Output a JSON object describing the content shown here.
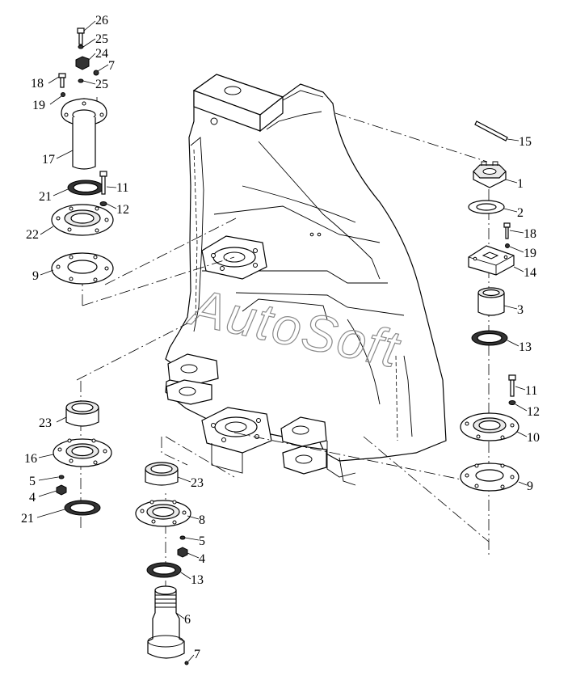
{
  "watermark": "AutoSoft",
  "callouts": [
    {
      "id": "c1",
      "text": "26"
    },
    {
      "id": "c2",
      "text": "25"
    },
    {
      "id": "c3",
      "text": "24"
    },
    {
      "id": "c4",
      "text": "7"
    },
    {
      "id": "c5",
      "text": "25"
    },
    {
      "id": "c6",
      "text": "18"
    },
    {
      "id": "c7",
      "text": "19"
    },
    {
      "id": "c8",
      "text": "17"
    },
    {
      "id": "c9",
      "text": "11"
    },
    {
      "id": "c10",
      "text": "21"
    },
    {
      "id": "c11",
      "text": "12"
    },
    {
      "id": "c12",
      "text": "22"
    },
    {
      "id": "c13",
      "text": "9"
    },
    {
      "id": "c14",
      "text": "15"
    },
    {
      "id": "c15",
      "text": "1"
    },
    {
      "id": "c16",
      "text": "2"
    },
    {
      "id": "c17",
      "text": "18"
    },
    {
      "id": "c18",
      "text": "19"
    },
    {
      "id": "c19",
      "text": "14"
    },
    {
      "id": "c20",
      "text": "3"
    },
    {
      "id": "c21",
      "text": "13"
    },
    {
      "id": "c22",
      "text": "11"
    },
    {
      "id": "c23",
      "text": "12"
    },
    {
      "id": "c24",
      "text": "10"
    },
    {
      "id": "c25",
      "text": "9"
    },
    {
      "id": "c26",
      "text": "23"
    },
    {
      "id": "c27",
      "text": "16"
    },
    {
      "id": "c28",
      "text": "5"
    },
    {
      "id": "c29",
      "text": "4"
    },
    {
      "id": "c30",
      "text": "21"
    },
    {
      "id": "c31",
      "text": "23"
    },
    {
      "id": "c32",
      "text": "8"
    },
    {
      "id": "c33",
      "text": "5"
    },
    {
      "id": "c34",
      "text": "4"
    },
    {
      "id": "c35",
      "text": "13"
    },
    {
      "id": "c36",
      "text": "6"
    },
    {
      "id": "c37",
      "text": "7"
    }
  ]
}
